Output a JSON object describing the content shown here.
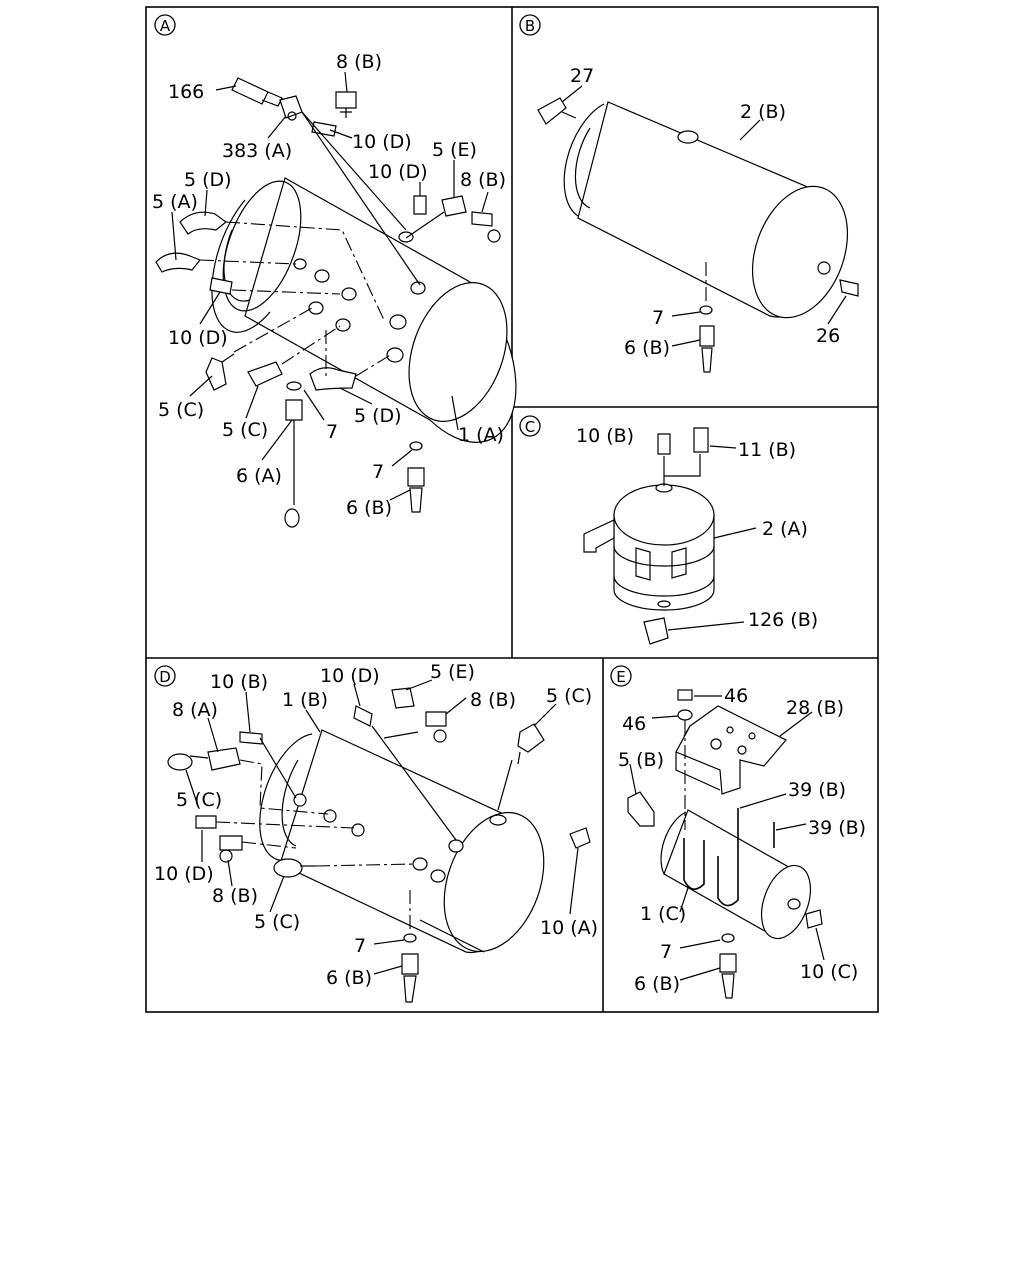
{
  "panels": {
    "A": {
      "letter": "A",
      "labels": [
        "166",
        "8 (B)",
        "383 (A)",
        "10 (D)",
        "10 (D)",
        "5 (E)",
        "8 (B)",
        "5 (D)",
        "5 (A)",
        "10 (D)",
        "5 (C)",
        "5 (C)",
        "7",
        "5 (D)",
        "6 (A)",
        "1 (A)",
        "7",
        "6 (B)"
      ]
    },
    "B": {
      "letter": "B",
      "labels": [
        "27",
        "2 (B)",
        "7",
        "6 (B)",
        "26"
      ]
    },
    "C": {
      "letter": "C",
      "labels": [
        "10 (B)",
        "11 (B)",
        "2 (A)",
        "126 (B)"
      ]
    },
    "D": {
      "letter": "D",
      "labels": [
        "10 (B)",
        "10 (D)",
        "5 (E)",
        "8 (B)",
        "5 (C)",
        "8 (A)",
        "1 (B)",
        "5 (C)",
        "10 (D)",
        "8 (B)",
        "5 (C)",
        "10 (A)",
        "7",
        "6 (B)"
      ]
    },
    "E": {
      "letter": "E",
      "labels": [
        "46",
        "46",
        "28 (B)",
        "5 (B)",
        "39 (B)",
        "39 (B)",
        "1 (C)",
        "7",
        "6 (B)",
        "10 (C)"
      ]
    }
  }
}
